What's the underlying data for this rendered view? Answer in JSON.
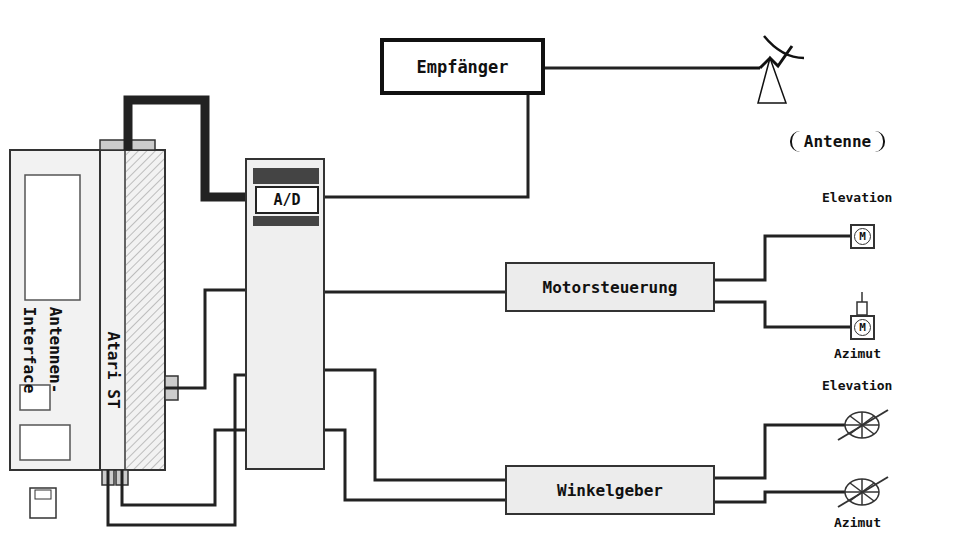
{
  "diagram": {
    "nodes": [
      {
        "text": [
          "Atari ST"
        ]
      },
      {
        "text": [
          "Antennen- Interface"
        ]
      },
      {
        "text": [
          "A/D"
        ],
        "in": 1
      },
      {
        "text": [
          "Empfänger"
        ]
      },
      {
        "text": [
          "Antenne"
        ]
      },
      {
        "text": [
          "Motorsteuerung"
        ]
      },
      {
        "text": [
          "Winkelgeber"
        ]
      },
      {
        "text": [
          "M"
        ]
      },
      {
        "text": [
          "M"
        ]
      }
    ],
    "edges": [
      {
        "from": 0,
        "to": 2,
        "arrow": "none"
      },
      {
        "from": 0,
        "to": 1,
        "arrow": "none"
      },
      {
        "from": 0,
        "to": 1,
        "arrow": "none"
      },
      {
        "from": 0,
        "to": 1,
        "arrow": "none"
      },
      {
        "from": 3,
        "to": 2,
        "arrow": "none"
      },
      {
        "from": 3,
        "to": 4,
        "arrow": "none"
      },
      {
        "from": 1,
        "to": 5,
        "arrow": "none"
      },
      {
        "from": 5,
        "to": 7,
        "arrow": "none"
      },
      {
        "from": 5,
        "to": 8,
        "arrow": "none"
      },
      {
        "from": 1,
        "to": 6,
        "arrow": "none"
      },
      {
        "from": 1,
        "to": 6,
        "arrow": "none"
      }
    ],
    "labels": [
      "Elevation",
      "Azimut",
      "Elevation",
      "Azimut"
    ]
  }
}
